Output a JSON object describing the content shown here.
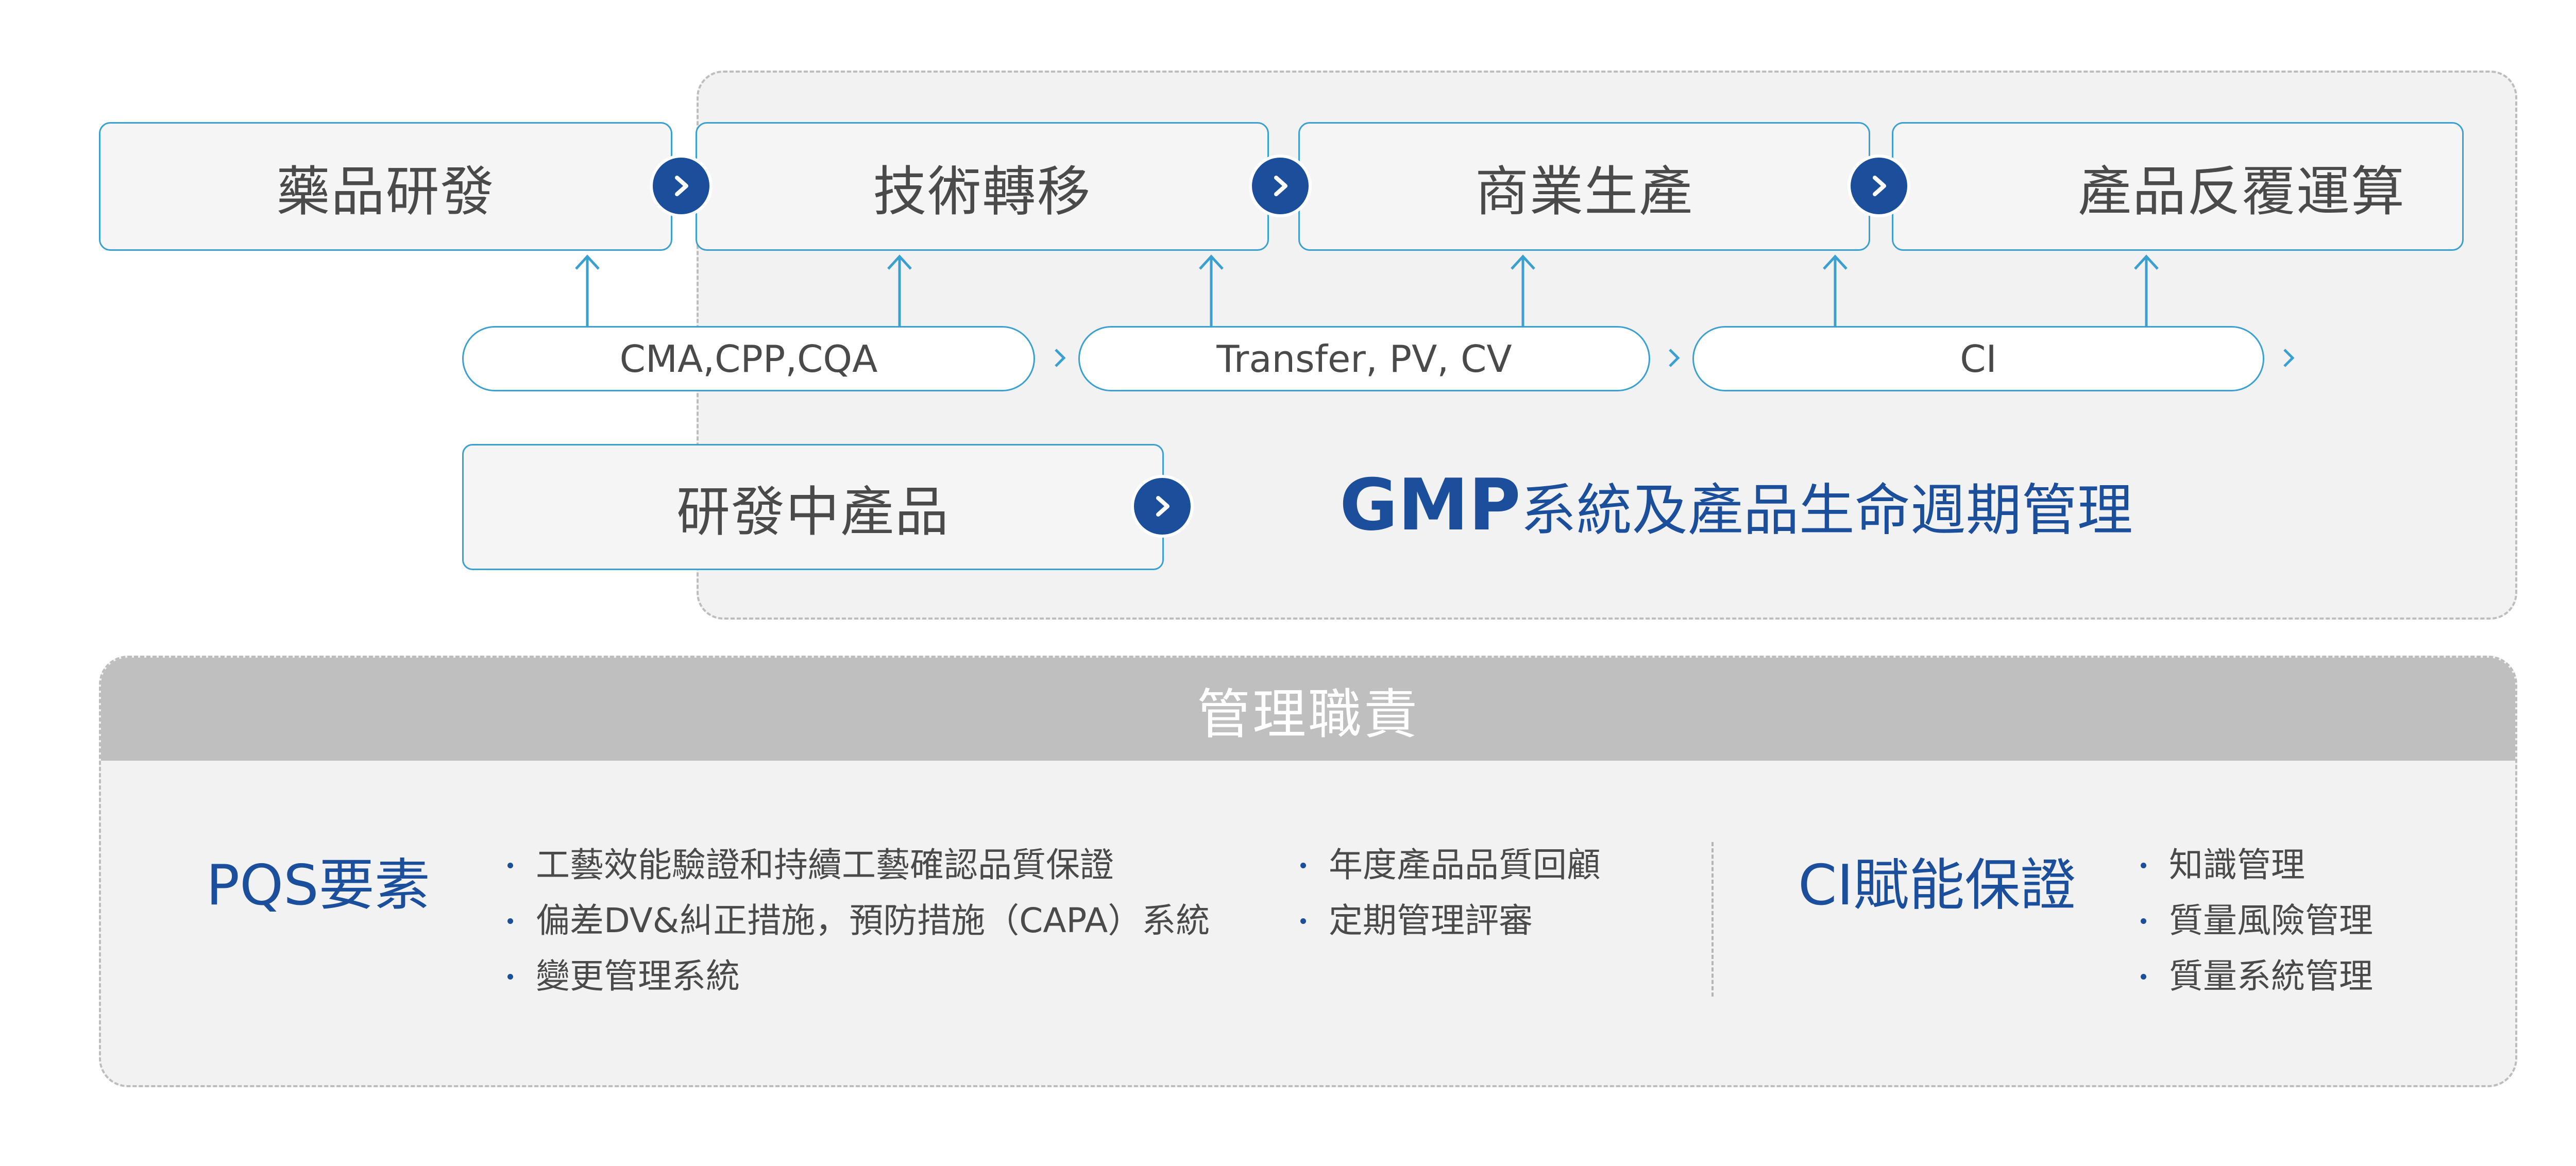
{
  "colors": {
    "accent_dark_blue": "#1b4f9c",
    "line_blue": "#3aa0cf",
    "panel_gray": "#f2f2f2",
    "header_gray": "#bfbfbf"
  },
  "stages": [
    {
      "label": "藥品研發"
    },
    {
      "label": "技術轉移"
    },
    {
      "label": "商業生產"
    },
    {
      "label": "產品反覆運算"
    }
  ],
  "parameters": [
    {
      "label": "CMA,CPP,CQA"
    },
    {
      "label": "Transfer, PV, CV"
    },
    {
      "label": "CI"
    }
  ],
  "dev_product": {
    "label": "研發中產品"
  },
  "gmp_title": {
    "bold": "GMP",
    "rest": "系統及產品生命週期管理"
  },
  "management": {
    "header": "管理職責",
    "pqs": {
      "title": "PQS要素",
      "column1": [
        "工藝效能驗證和持續工藝確認品質保證",
        "偏差DV&糾正措施，預防措施（CAPA）系統",
        "變更管理系統"
      ],
      "column2": [
        "年度產品品質回顧",
        "定期管理評審"
      ]
    },
    "ci": {
      "title": "CI賦能保證",
      "items": [
        "知識管理",
        "質量風險管理",
        "質量系統管理"
      ]
    }
  }
}
